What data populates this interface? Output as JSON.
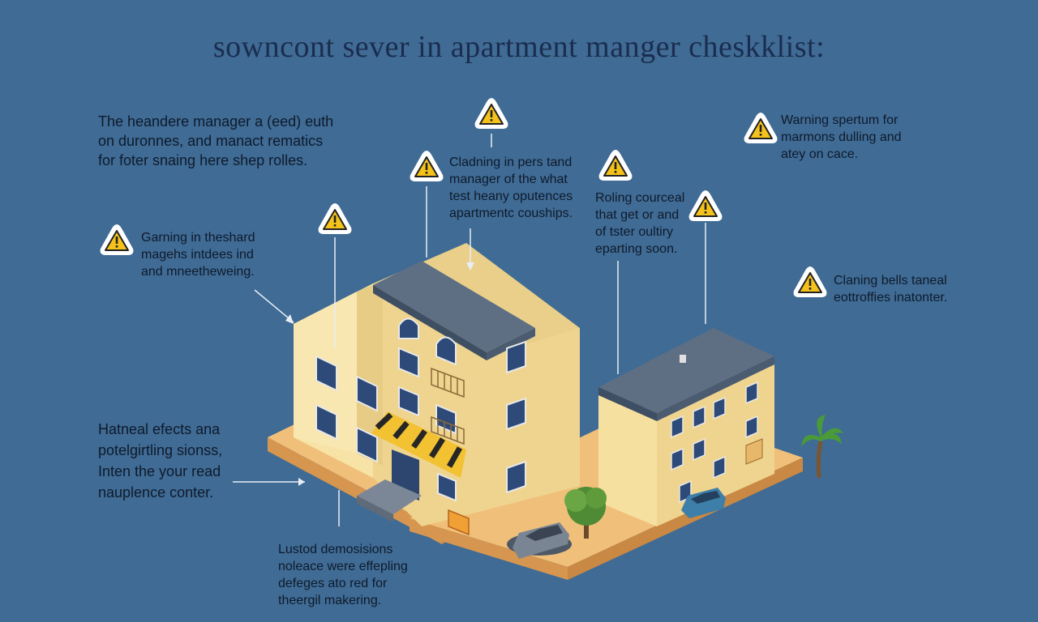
{
  "title": "sowncont sever in apartment manger cheskklist:",
  "notes": {
    "top_left": "The heandere manager a (eed) euth\non duronnes, and manact rematics\nfor foter snaing here shep rolles.",
    "mid_left": "Garning in theshard\nmagehs intdees ind\nand mneetheweing.",
    "center": "Cladning in pers tand\nmanager of the what\ntest heany oputences\napartmentc couships.",
    "center_right": "Roling courceal\nthat get or and\nof tster oultiry\neparting soon.",
    "top_right": "Warning spertum for\nmarmons dulling and\natey on cace.",
    "right": "Claning bells taneal\neottroffies inatonter.",
    "lower_left": "Hatneal efects ana\npotelgirtling sionss,\nInten the your read\nnauplence conter.",
    "bottom": "Lustod demosisions\nnoleace were effepling\ndefeges ato red for\ntheergil makering."
  },
  "icons": {
    "warning": "warning-triangle-icon",
    "accent": "#f4c21a"
  }
}
